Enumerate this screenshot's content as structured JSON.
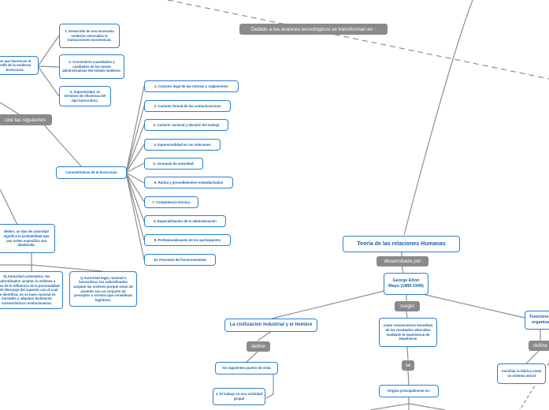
{
  "colors": {
    "node_border": "#2b7fd0",
    "node_text": "#1a5fa8",
    "link": "#8a8f96",
    "label_bg": "#8a8a8a"
  },
  "labels": {
    "avances": "Debido a los avances tecnológicos se transforman en :",
    "siguientes": "one las siguientes",
    "desarrollada_por": "desarrollada por",
    "surgio": "surgio",
    "define_1": "define",
    "se": "se",
    "define_2": "define"
  },
  "nodes": {
    "teoria": "Teoría de las relaciones Humanas",
    "george": "George Elton Mayo (1880-1949)",
    "civilizacion": "La civilización Industrial y el hombre",
    "consecuencia": "como consecuencia inmediata de los resultados obtenidos mediante la experiencia de Hawthorne",
    "funciones": "Funciones organiza",
    "siguientes_puntos": "los siguientes puntos de vista",
    "trabajo": "1. El trabajo es una actividad grupal",
    "origina": "Origina principalmente en:",
    "conciliar": "Conciliar la fabrica como un sistema social",
    "caracteristicas": "Características de la burocracia",
    "weber": "Weber, un tipo de autoridad significa la probabilidad que una orden específica sea obedecida.",
    "autoridad_b": "b) Autoridad carismatica: los subordinados aceptan la ordenes a causa de la influencia de la personalidad y del liderazgo del superior con el cual se identifica, no es base racional es inestable y adquiere facilmente características revolucionarias.",
    "autoridad_c": "c) Autoridad legal, racional o burocrática: los subordinados aceptan las ordenes porque estan de acuerdo con un conjunto de preceptos o normas que consideran legítimos.",
    "factores": "res que favorecen el rrollo de la moderna burocracia",
    "left_1": "1. Desarrollo de una economía moderna racionaliza la transacciones económicas.",
    "left_2": "2. Crecimiento cuantitativo y cualitativo de las tareas administrativas del estado moderno.",
    "left_3": "3. Superioridad, en terminos de eficiencia del tipo burocrático.",
    "char_items": [
      "1. Carácter legal de las normas y reglamentos",
      "2. Carácter formal de las comunicaciones",
      "3. Carácter racional y división del trabajo",
      "4. Impersonalidad en las relaciones",
      "5. Jerarquía de autoridad.",
      "6. Rutina y procedimientos estandarizados",
      "7. Competencia técnica.",
      "8. Especialización de la administración",
      "9. Profesionalización de los participantes",
      "10. Precisión del funcionamiento"
    ]
  }
}
